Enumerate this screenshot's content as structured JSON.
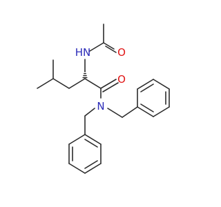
{
  "molecule": {
    "atoms": {
      "nh": {
        "label": "HN"
      },
      "o_acetyl": {
        "label": "O"
      },
      "o_amide": {
        "label": "O"
      },
      "n_amide": {
        "label": "N"
      }
    },
    "colors": {
      "bond": "#2b2b2b",
      "nitrogen": "#2a2ab8",
      "oxygen": "#e01414",
      "background": "#ffffff"
    }
  }
}
